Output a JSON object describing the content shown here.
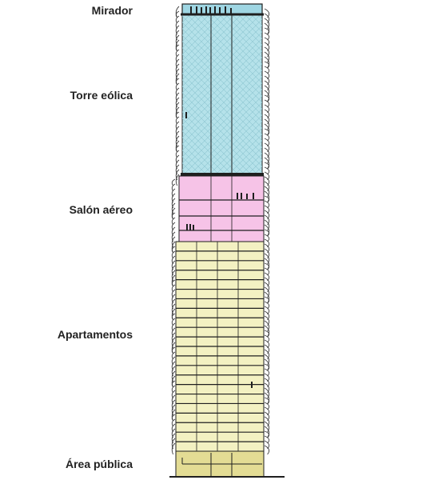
{
  "labels": {
    "mirador": "Mirador",
    "torre_eolica": "Torre eólica",
    "salon_aereo": "Salón aéreo",
    "apartamentos": "Apartamentos",
    "area_publica": "Área pública"
  },
  "colors": {
    "mirador": "#9fd6e3",
    "torre_eolica": "#b5e2ea",
    "salon_aereo": "#f6c3e7",
    "apartamentos": "#f3f1c2",
    "area_publica": "#e3dc94",
    "structure": "#1f1f1f",
    "vegetation": "#3a3a3a"
  },
  "counts": {
    "apartment_floors": 22
  }
}
